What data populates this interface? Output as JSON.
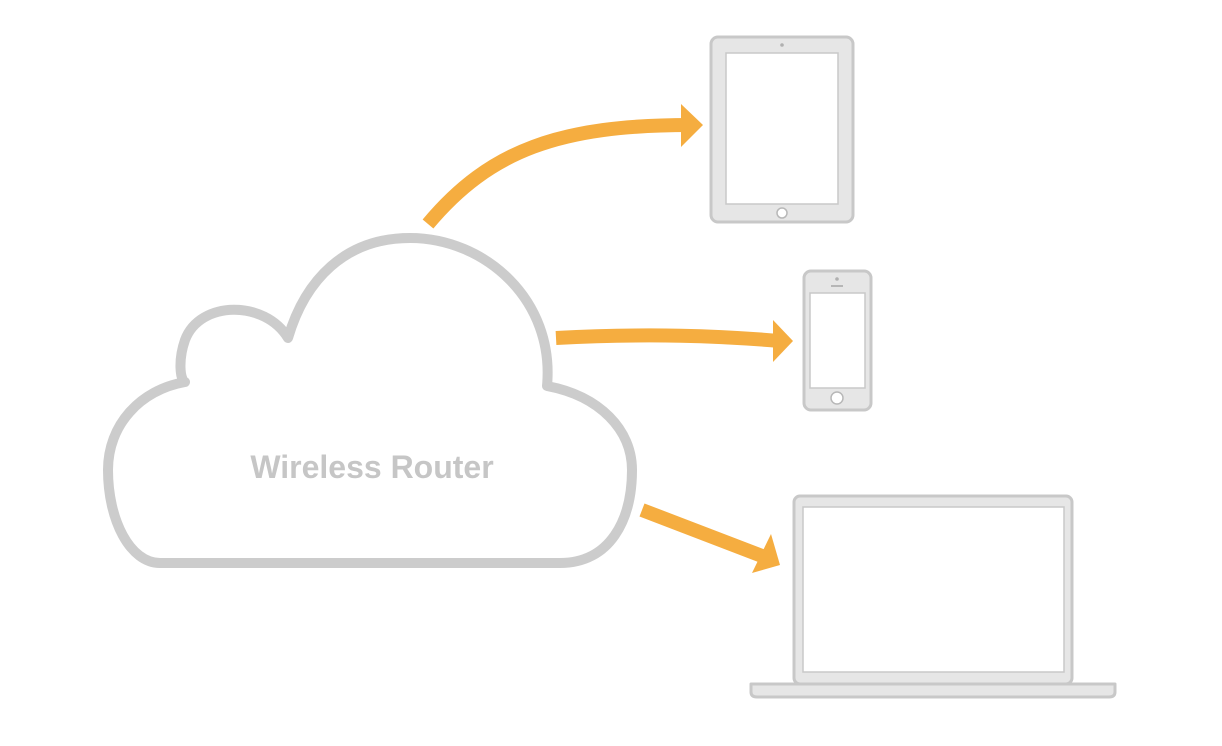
{
  "cloud": {
    "label": "Wireless Router"
  },
  "devices": [
    {
      "name": "tablet"
    },
    {
      "name": "phone"
    },
    {
      "name": "laptop"
    }
  ],
  "colors": {
    "background": "#ffffff",
    "device_outline": "#c8c8c8",
    "device_fill": "#e6e6e6",
    "screen": "#ffffff",
    "cloud_outline": "#cccccc",
    "cloud_label": "#c6c6c6",
    "arrow": "#f5ad40"
  }
}
